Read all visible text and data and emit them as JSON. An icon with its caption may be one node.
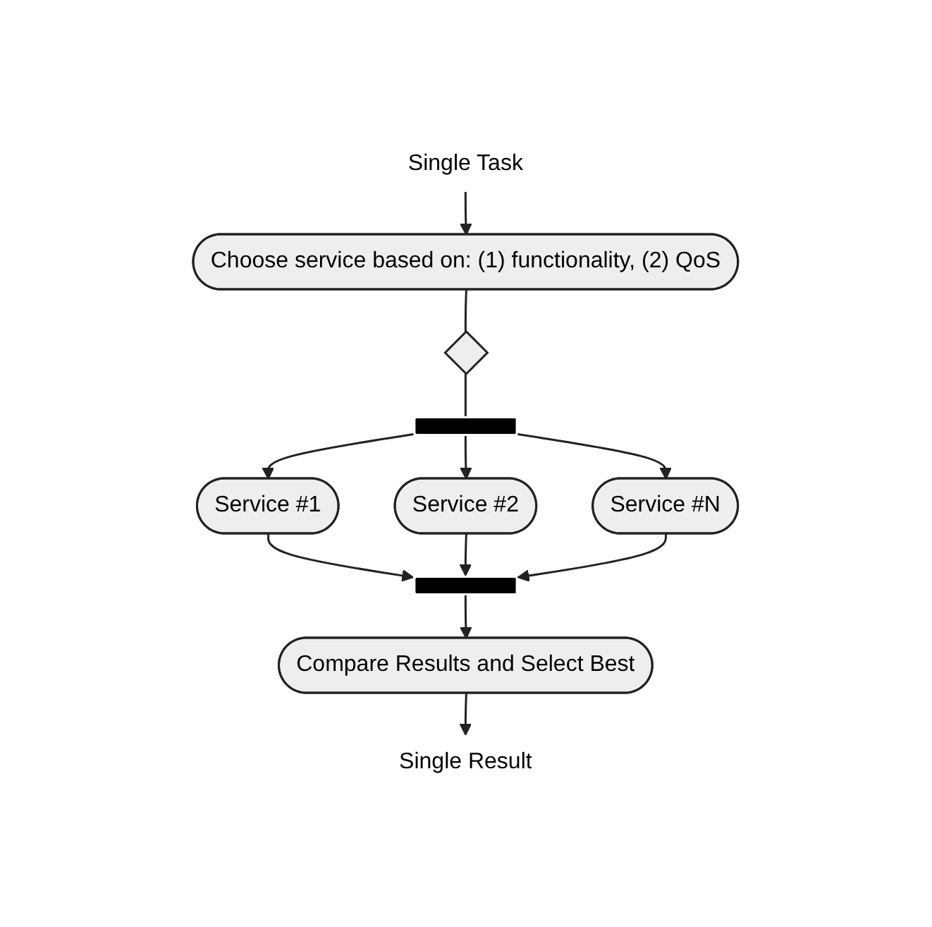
{
  "diagram": {
    "nodes": [
      {
        "text": [
          "Single Task"
        ]
      },
      {
        "text": [
          "Choose service based on: (1) functionality, (2) QoS"
        ]
      },
      {
        "text": [],
        "shape": "diamond"
      },
      {
        "text": [],
        "shape": "bar"
      },
      {
        "text": [
          "Service #1"
        ]
      },
      {
        "text": [
          "Service #2"
        ]
      },
      {
        "text": [
          "Service #N"
        ]
      },
      {
        "text": [],
        "shape": "bar"
      },
      {
        "text": [
          "Compare Results and Select Best"
        ]
      },
      {
        "text": [
          "Single Result"
        ]
      }
    ],
    "edges": [
      {
        "from": 0,
        "to": 1,
        "arrow": "to"
      },
      {
        "from": 1,
        "to": 2,
        "arrow": "none"
      },
      {
        "from": 2,
        "to": 3,
        "arrow": "none"
      },
      {
        "from": 3,
        "to": 4,
        "arrow": "to"
      },
      {
        "from": 3,
        "to": 5,
        "arrow": "to"
      },
      {
        "from": 3,
        "to": 6,
        "arrow": "to"
      },
      {
        "from": 4,
        "to": 7,
        "arrow": "to"
      },
      {
        "from": 5,
        "to": 7,
        "arrow": "to"
      },
      {
        "from": 6,
        "to": 7,
        "arrow": "to"
      },
      {
        "from": 7,
        "to": 8,
        "arrow": "to"
      },
      {
        "from": 8,
        "to": 9,
        "arrow": "to"
      }
    ]
  }
}
